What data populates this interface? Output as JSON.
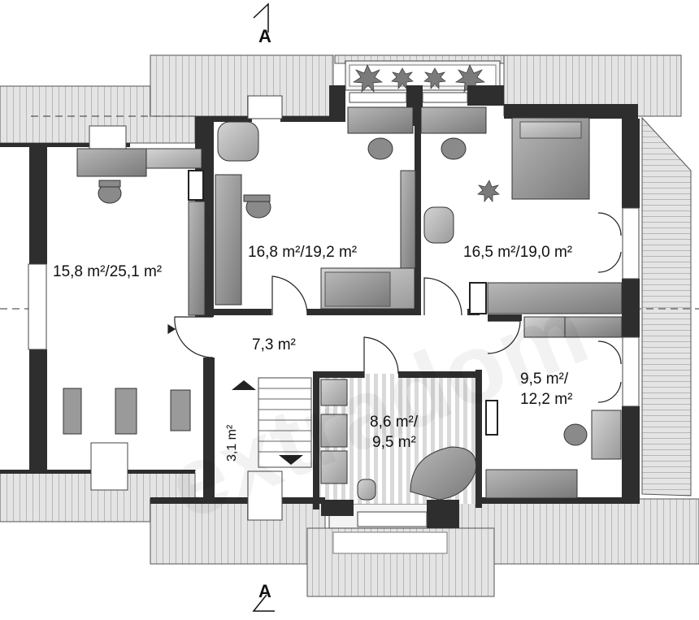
{
  "section_marks": {
    "top": "A",
    "bottom": "A"
  },
  "rooms": {
    "left_room": "15,8 m²/25,1 m²",
    "office": "16,8 m²/19,2 m²",
    "bedroom_main": "16,5 m²/19,0 m²",
    "hall": "7,3 m²",
    "bedroom_small_line1": "9,5 m²/",
    "bedroom_small_line2": "12,2 m²",
    "bathroom_line1": "8,6 m²/",
    "bathroom_line2": "9,5 m²",
    "stairs": "3,1 m²"
  },
  "watermark": "extradom"
}
